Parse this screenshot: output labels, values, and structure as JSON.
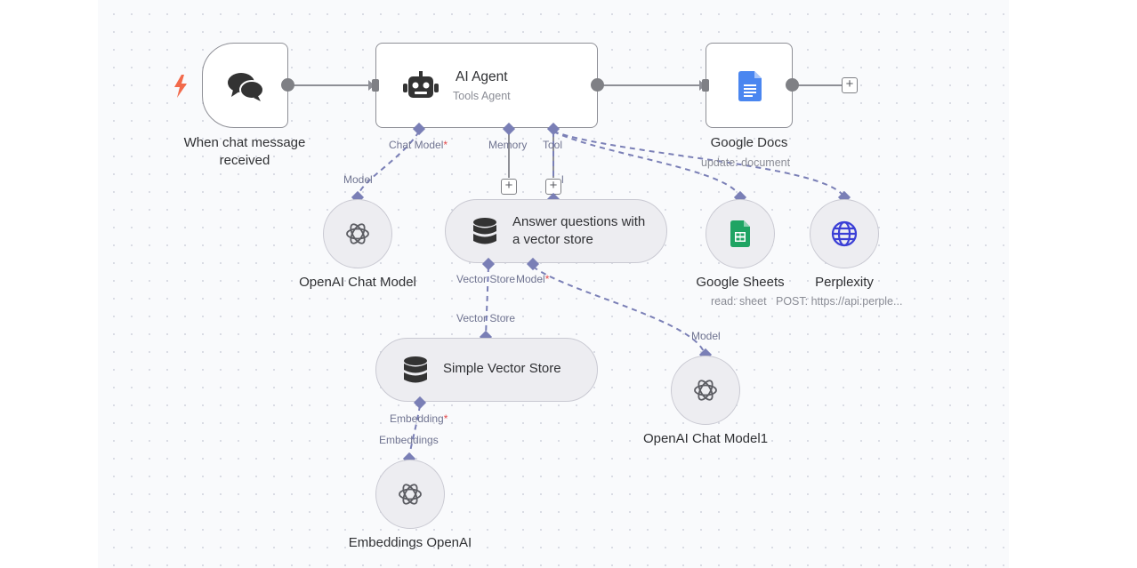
{
  "nodes": {
    "trigger": {
      "label": "When chat message received",
      "icon": "chat-bubbles-icon"
    },
    "agent": {
      "title": "AI Agent",
      "subtitle": "Tools Agent",
      "icon": "robot-icon"
    },
    "docs": {
      "label": "Google Docs",
      "subtitle": "update: document",
      "icon": "google-docs-icon"
    },
    "chat_model": {
      "label": "OpenAI Chat Model",
      "icon": "openai-icon"
    },
    "vector_qa": {
      "label": "Answer questions with a vector store",
      "icon": "database-icon"
    },
    "sheets": {
      "label": "Google Sheets",
      "subtitle": "read: sheet",
      "icon": "google-sheets-icon"
    },
    "perplexity": {
      "label": "Perplexity",
      "subtitle": "POST: https://api.perple...",
      "icon": "globe-icon"
    },
    "vector_store": {
      "label": "Simple Vector Store",
      "icon": "database-icon"
    },
    "chat_model1": {
      "label": "OpenAI Chat Model1",
      "icon": "openai-icon"
    },
    "embeddings": {
      "label": "Embeddings OpenAI",
      "icon": "openai-icon"
    }
  },
  "ports": {
    "agent_chat_model": "Chat Model",
    "agent_memory": "Memory",
    "agent_tool": "Tool",
    "tool_overlap": "l",
    "chat_model_input": "Model",
    "qa_vector_store": "Vector Store",
    "qa_model": "Model",
    "vs_input": "Vector Store",
    "cm1_input": "Model",
    "vs_embedding": "Embedding",
    "emb_input": "Embeddings",
    "required_mark": "*"
  },
  "colors": {
    "trigger_bolt": "#f26a4b",
    "connector": "#7a7fb6",
    "edge": "#8e8f96",
    "required": "#e4484b"
  }
}
